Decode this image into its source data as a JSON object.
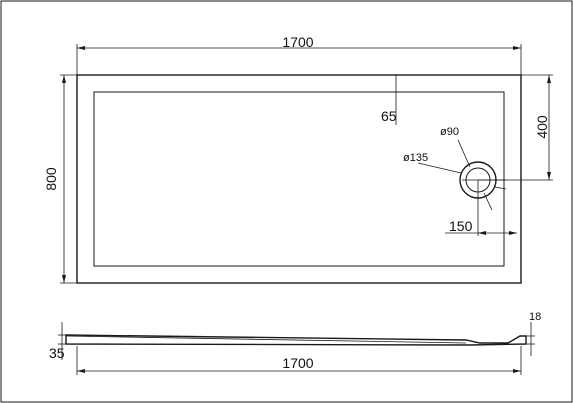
{
  "plan_view": {
    "length_label": "1700",
    "width_label": "800",
    "waste_offset_label": "65",
    "waste_from_top_label": "400",
    "waste_inner_dia_label": "ø90",
    "waste_outer_dia_label": "ø135",
    "waste_from_end_label": "150"
  },
  "side_view": {
    "thickness_label": "35",
    "end_height_label": "18",
    "length_label": "1700"
  }
}
